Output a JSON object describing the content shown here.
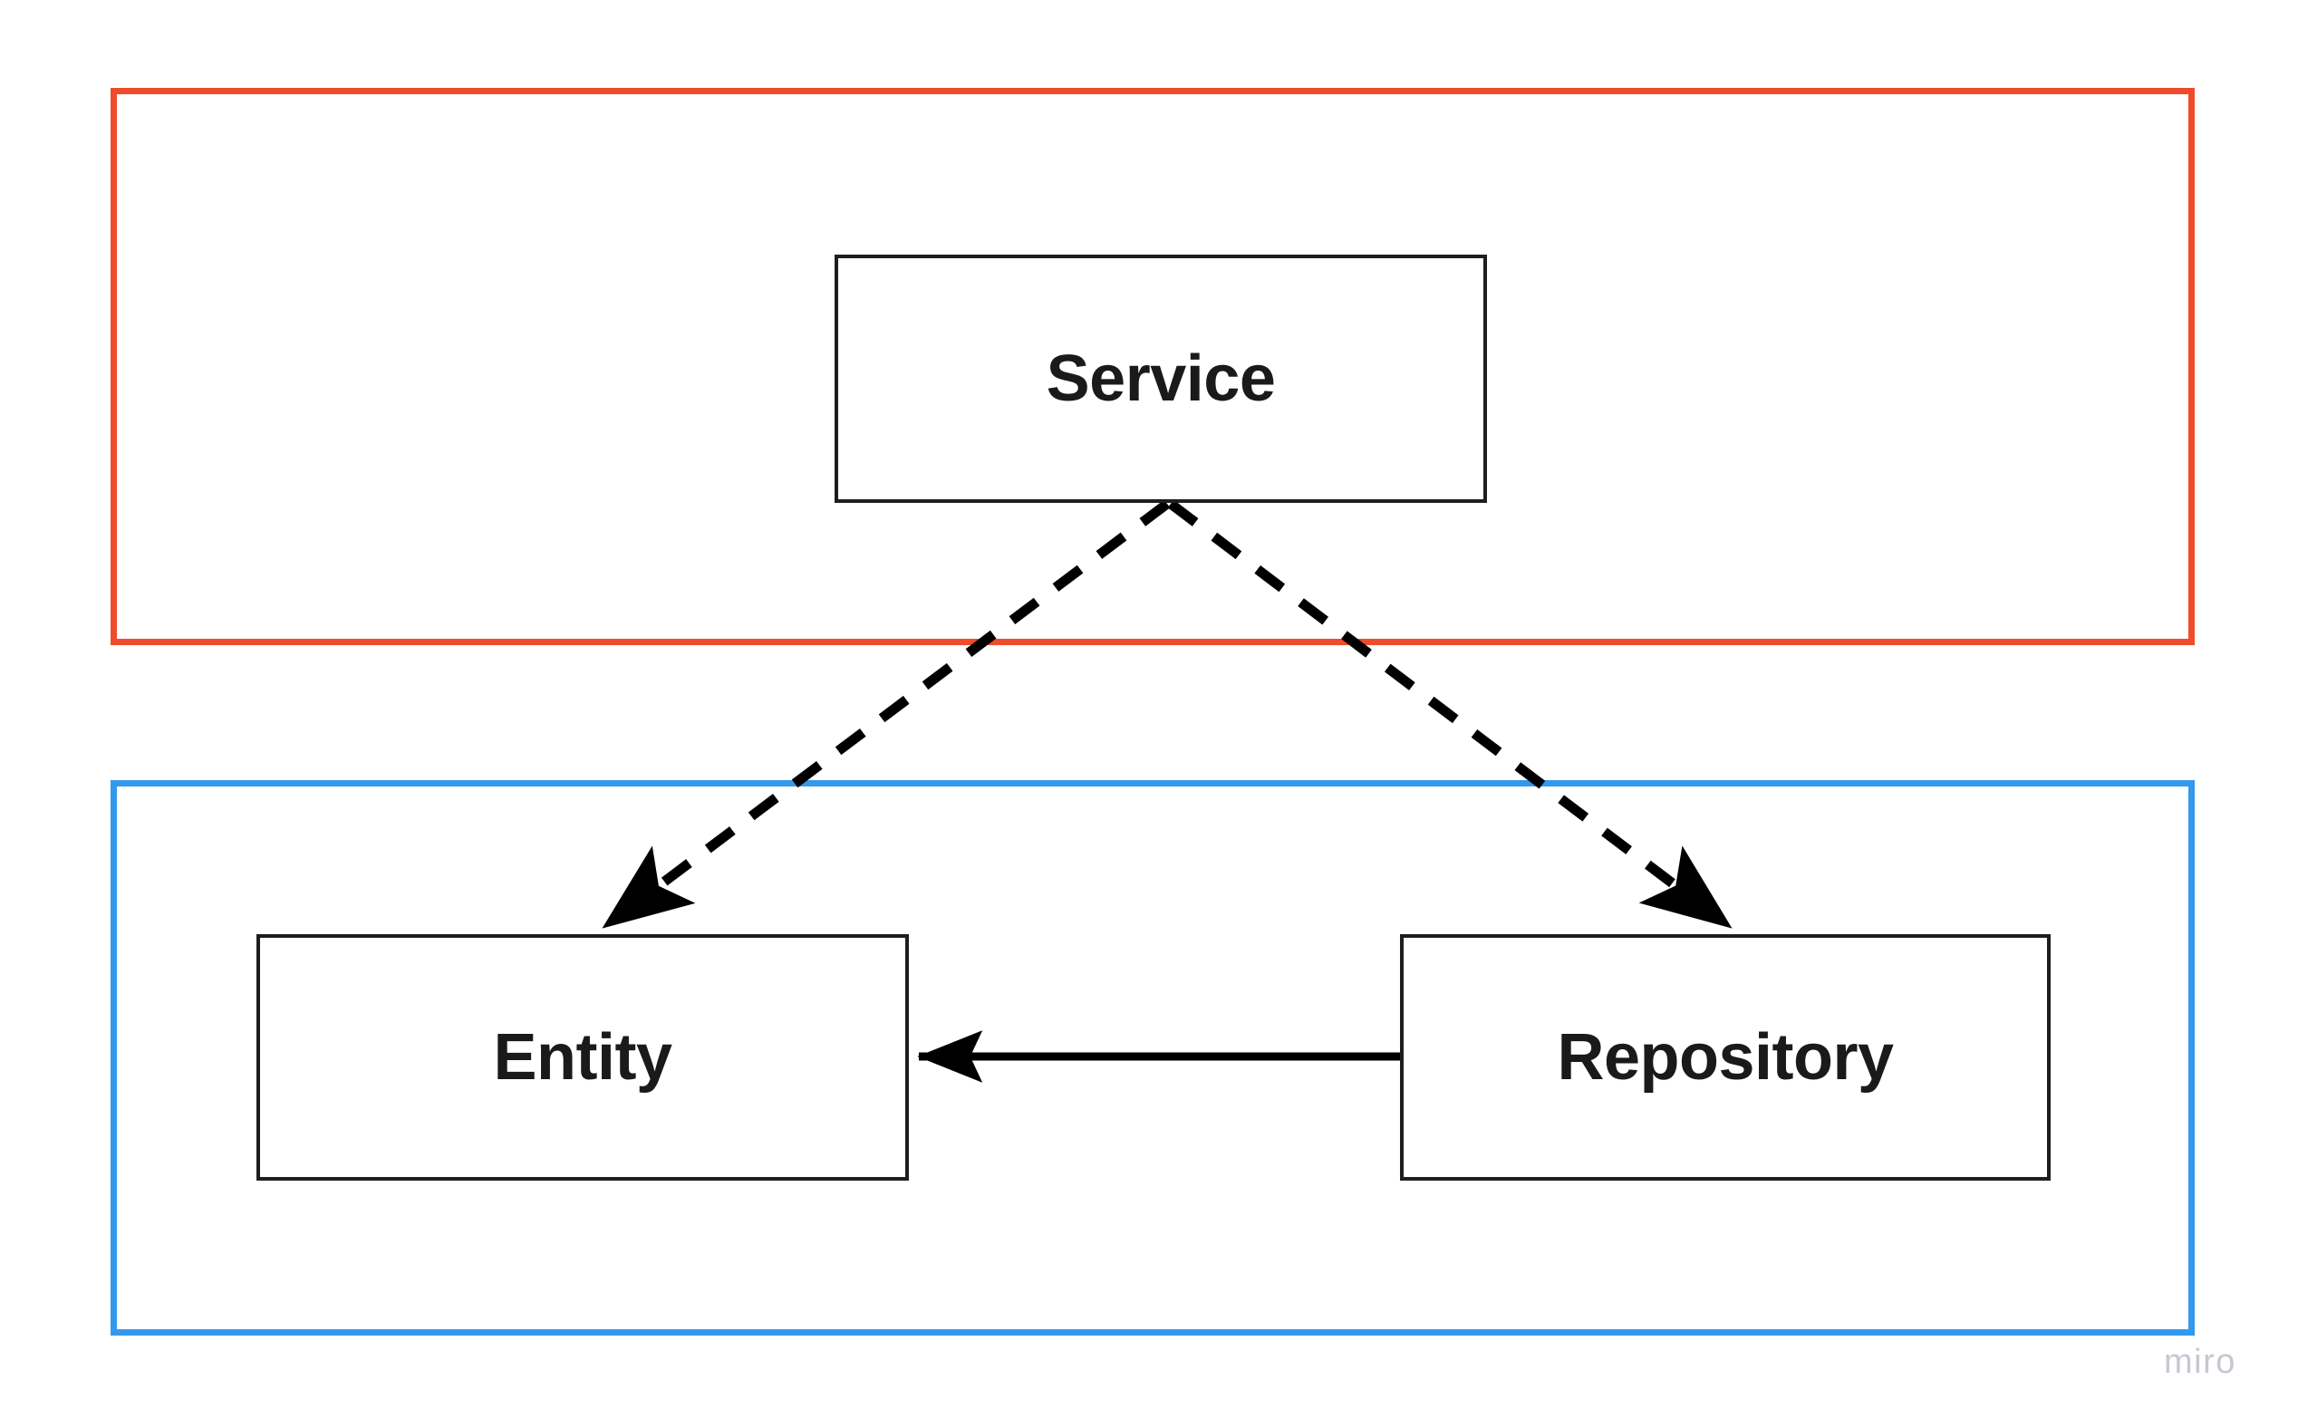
{
  "diagram": {
    "title": "Layered architecture dependency diagram",
    "background_color": "#FFFFFF",
    "layers": [
      {
        "id": "application-layer",
        "name": "application-layer",
        "border_color": "#EF4B2C",
        "label": ""
      },
      {
        "id": "domain-layer",
        "name": "domain-layer",
        "border_color": "#3399EC",
        "label": ""
      }
    ],
    "nodes": [
      {
        "id": "service",
        "label": "Service",
        "border_color": "#1E1E1E",
        "fill": "#FFFFFF",
        "text_color": "#1A1A1A"
      },
      {
        "id": "entity",
        "label": "Entity",
        "border_color": "#1E1E1E",
        "fill": "#FFFFFF",
        "text_color": "#1A1A1A"
      },
      {
        "id": "repository",
        "label": "Repository",
        "border_color": "#1E1E1E",
        "fill": "#FFFFFF",
        "text_color": "#1A1A1A"
      }
    ],
    "connectors": [
      {
        "id": "service-to-entity",
        "from": "service",
        "to": "entity",
        "style": "dashed",
        "arrow": "filled-triangle",
        "color": "#000000",
        "label": ""
      },
      {
        "id": "service-to-repository",
        "from": "service",
        "to": "repository",
        "style": "dashed",
        "arrow": "filled-triangle",
        "color": "#000000",
        "label": ""
      },
      {
        "id": "repository-to-entity",
        "from": "repository",
        "to": "entity",
        "style": "solid",
        "arrow": "filled-triangle",
        "color": "#000000",
        "label": ""
      }
    ]
  },
  "watermark": {
    "text": "miro",
    "color": "#C7C7D1"
  }
}
